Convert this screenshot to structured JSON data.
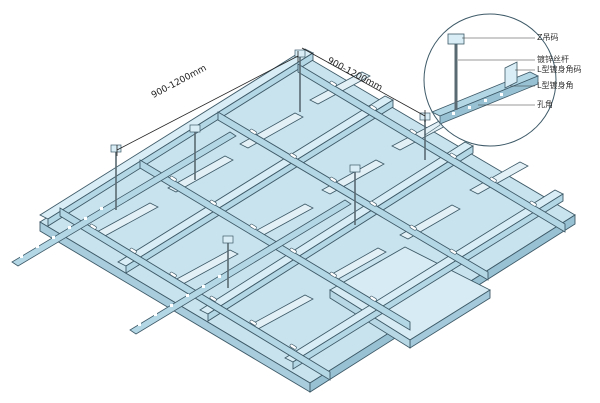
{
  "dimensions": {
    "span_a": "900-1200mm",
    "span_b": "900-1200mm"
  },
  "callouts": [
    "Z吊码",
    "镀锌丝杆",
    "L型镀身角码",
    "L型镀身角",
    "孔角"
  ],
  "colors": {
    "panel_fill": "#c9e3ee",
    "panel_light": "#e3f1f7",
    "beam_fill": "#b4d7e6",
    "beam_top": "#d8edf5",
    "outline": "#3e5a68",
    "rod": "#5a6a72"
  }
}
